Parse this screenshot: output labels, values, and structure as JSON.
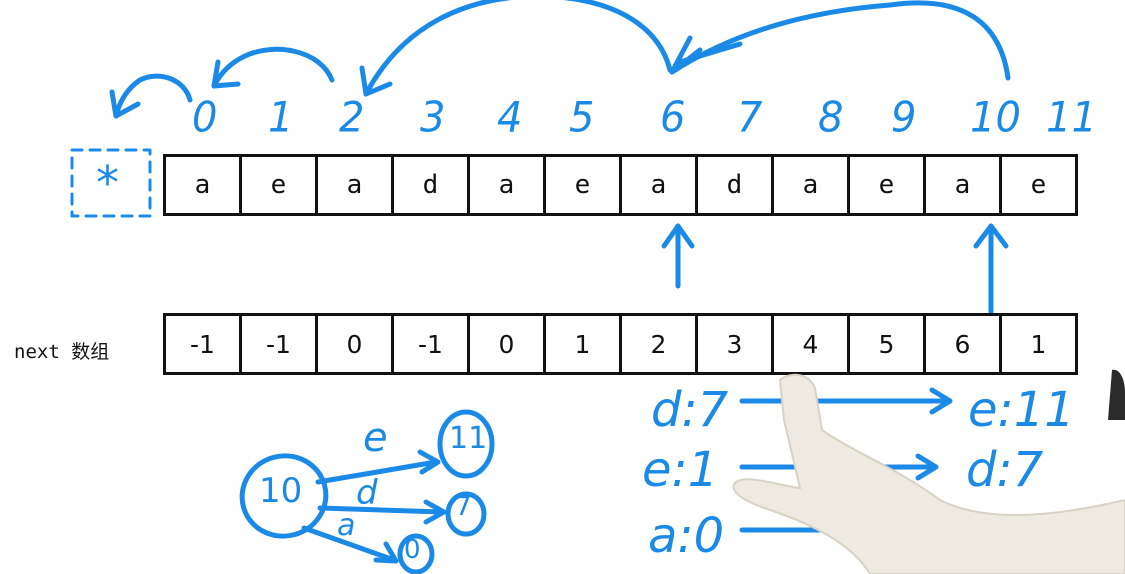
{
  "indices": [
    "0",
    "1",
    "2",
    "3",
    "4",
    "5",
    "6",
    "7",
    "8",
    "9",
    "10",
    "11"
  ],
  "chars": [
    "a",
    "e",
    "a",
    "d",
    "a",
    "e",
    "a",
    "d",
    "a",
    "e",
    "a",
    "e"
  ],
  "next_label": "next 数组",
  "next": [
    "-1",
    "-1",
    "0",
    "-1",
    "0",
    "1",
    "2",
    "3",
    "4",
    "5",
    "6",
    "1"
  ],
  "star": "*",
  "mapping": {
    "left": [
      {
        "key": "d",
        "value": "7"
      },
      {
        "key": "e",
        "value": "1"
      },
      {
        "key": "a",
        "value": "0"
      }
    ],
    "right": [
      {
        "key": "e",
        "value": "11"
      },
      {
        "key": "d",
        "value": "7"
      },
      {
        "key": "a",
        "value": ""
      }
    ]
  },
  "graph": {
    "source": "10",
    "edges": [
      {
        "label": "e",
        "target": "11"
      },
      {
        "label": "d",
        "target": "7"
      },
      {
        "label": "a",
        "target": "0"
      }
    ]
  },
  "colors": {
    "ink": "#1a8ae6",
    "grid": "#111111",
    "skin": "#eeeae2"
  }
}
